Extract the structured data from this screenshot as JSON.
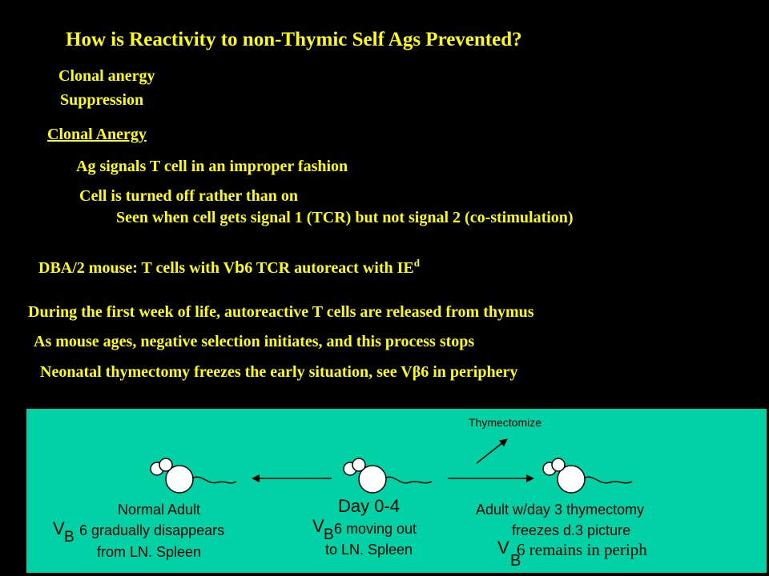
{
  "title": "How is Reactivity to non-Thymic Self Ags Prevented?",
  "mechanisms": [
    "Clonal anergy",
    "Suppression"
  ],
  "section_heading": "Clonal Anergy",
  "points": [
    "Ag signals T cell in an improper fashion",
    "Cell is turned off rather than on",
    "Seen when cell gets signal 1 (TCR) but not signal 2 (co-stimulation)"
  ],
  "dba": {
    "prefix": "DBA/2 mouse:  T cells with V",
    "greek": "b",
    "middle": "6 TCR autoreact with IE",
    "sup": "d"
  },
  "findings": [
    "During the first week of life, autoreactive T cells are released from thymus",
    "As mouse ages, negative selection initiates, and this process stops"
  ],
  "neonatal": {
    "prefix": "Neonatal thymectomy freezes the early situation, see V",
    "greek": "β",
    "suffix": "6 in periphery"
  },
  "diagram": {
    "colors": {
      "background": "#00d2a5",
      "text_yellow": "#ffff00"
    },
    "thymectomize_label": "Thymectomize",
    "left": {
      "line1": "Normal Adult",
      "v": "V",
      "b": "B",
      "line2": "6 gradually disappears",
      "line3": "from LN. Spleen"
    },
    "center": {
      "line1": "Day 0-4",
      "v": "V",
      "b": "B",
      "line2": "6 moving out",
      "line3": "to LN. Spleen"
    },
    "right": {
      "line1": "Adult w/day 3 thymectomy",
      "line2": "freezes d.3 picture",
      "v": "V",
      "b": "B",
      "line3": "6 remains in periph"
    }
  }
}
